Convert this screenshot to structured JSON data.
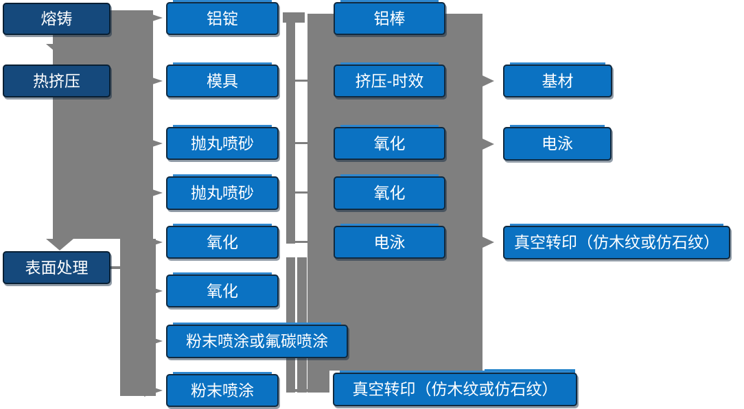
{
  "diagram": {
    "description": "aluminum-profile-process-flowchart",
    "colors": {
      "node_blue": "#0b72c2",
      "node_dark_blue": "#15497c",
      "connector_gray": "#7f7f7f",
      "text_white": "#ffffff"
    },
    "nodes": [
      {
        "id": "melting-casting",
        "label": "熔铸"
      },
      {
        "id": "hot-extrusion",
        "label": "热挤压"
      },
      {
        "id": "surface-treatment",
        "label": "表面处理"
      },
      {
        "id": "aluminum-ingot",
        "label": "铝锭"
      },
      {
        "id": "mold",
        "label": "模具"
      },
      {
        "id": "shot-blasting-1",
        "label": "抛丸喷砂"
      },
      {
        "id": "shot-blasting-2",
        "label": "抛丸喷砂"
      },
      {
        "id": "oxidation-1",
        "label": "氧化"
      },
      {
        "id": "oxidation-2",
        "label": "氧化"
      },
      {
        "id": "powder-or-fluorocarbon",
        "label": "粉末喷涂或氟碳喷涂"
      },
      {
        "id": "powder-coating",
        "label": "粉末喷涂"
      },
      {
        "id": "aluminum-rod",
        "label": "铝棒"
      },
      {
        "id": "extrusion-aging",
        "label": "挤压-时效"
      },
      {
        "id": "oxidation-3",
        "label": "氧化"
      },
      {
        "id": "oxidation-4",
        "label": "氧化"
      },
      {
        "id": "electrophoresis-1",
        "label": "电泳"
      },
      {
        "id": "vacuum-transfer-1",
        "label": "真空转印（仿木纹或仿石纹）"
      },
      {
        "id": "base-material",
        "label": "基材"
      },
      {
        "id": "electrophoresis-2",
        "label": "电泳"
      },
      {
        "id": "vacuum-transfer-2",
        "label": "真空转印（仿木纹或仿石纹）"
      }
    ]
  }
}
